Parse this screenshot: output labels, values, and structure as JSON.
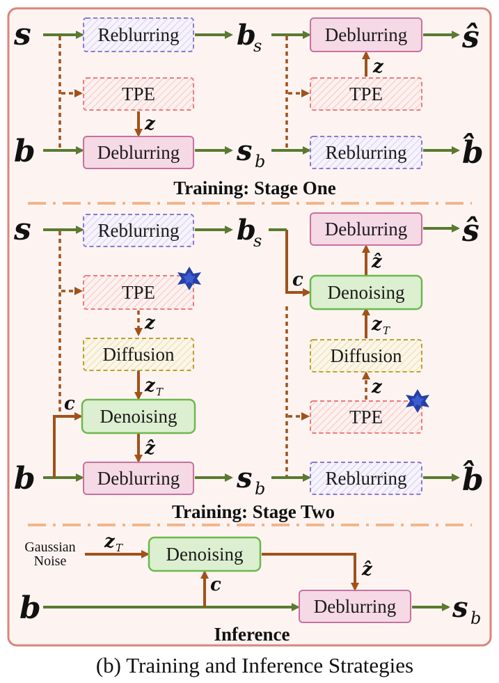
{
  "blocks": {
    "reblurring": "Reblurring",
    "deblurring": "Deblurring",
    "tpe": "TPE",
    "diffusion": "Diffusion",
    "denoising": "Denoising"
  },
  "vars": {
    "s": "s",
    "b": "b",
    "s_hat": "ŝ",
    "b_hat": "b̂",
    "z": "z",
    "z_hat": "ẑ",
    "z_T": "z",
    "T_sub": "T",
    "b_s": "b",
    "s_sub": "s",
    "s_b": "s",
    "b_sub": "b",
    "c": "c"
  },
  "labels": {
    "stage_one": "Training: Stage One",
    "stage_two": "Training: Stage Two",
    "inference": "Inference",
    "noise_line1": "Gaussian",
    "noise_line2": "Noise",
    "caption": "(b) Training and Inference Strategies"
  },
  "colors": {
    "main_arrow": "#5a7a30",
    "cond_arrow": "#a0521a",
    "frame": "#d9857a",
    "frame_fill": "#fdf4f1",
    "deblur_fill": "#f5d9e4",
    "deblur_stroke": "#c870a0",
    "reblur_stroke": "#8a7ad0",
    "tpe_stroke": "#ee7a7a",
    "diffusion_stroke": "#c0a030",
    "denoise_fill": "#dcefd0",
    "denoise_stroke": "#6cb84e",
    "divider": "#f2b58a",
    "star": "#2540a8"
  }
}
